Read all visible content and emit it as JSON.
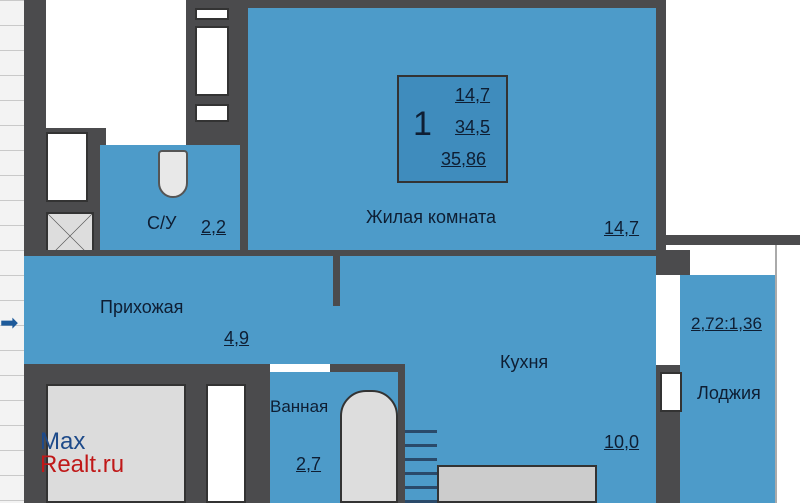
{
  "info_box": {
    "rooms": "1",
    "living_area": "14,7",
    "total_area": "34,5",
    "total_area_with_loggia": "35,86"
  },
  "rooms": [
    {
      "name": "Жилая комната",
      "area": "14,7"
    },
    {
      "name": "С/У",
      "area": "2,2"
    },
    {
      "name": "Прихожая",
      "area": "4,9"
    },
    {
      "name": "Кухня",
      "area": "10,0"
    },
    {
      "name": "Ванная",
      "area": "2,7"
    },
    {
      "name": "Лоджия",
      "area": "2,72:1,36"
    }
  ],
  "watermark": {
    "line1": "Max",
    "line2": "Realt.ru"
  },
  "colors": {
    "room": "#4d9bc9",
    "wall": "#4b4b4d",
    "watermark_blue": "#1d4a8a",
    "watermark_red": "#c01818"
  }
}
